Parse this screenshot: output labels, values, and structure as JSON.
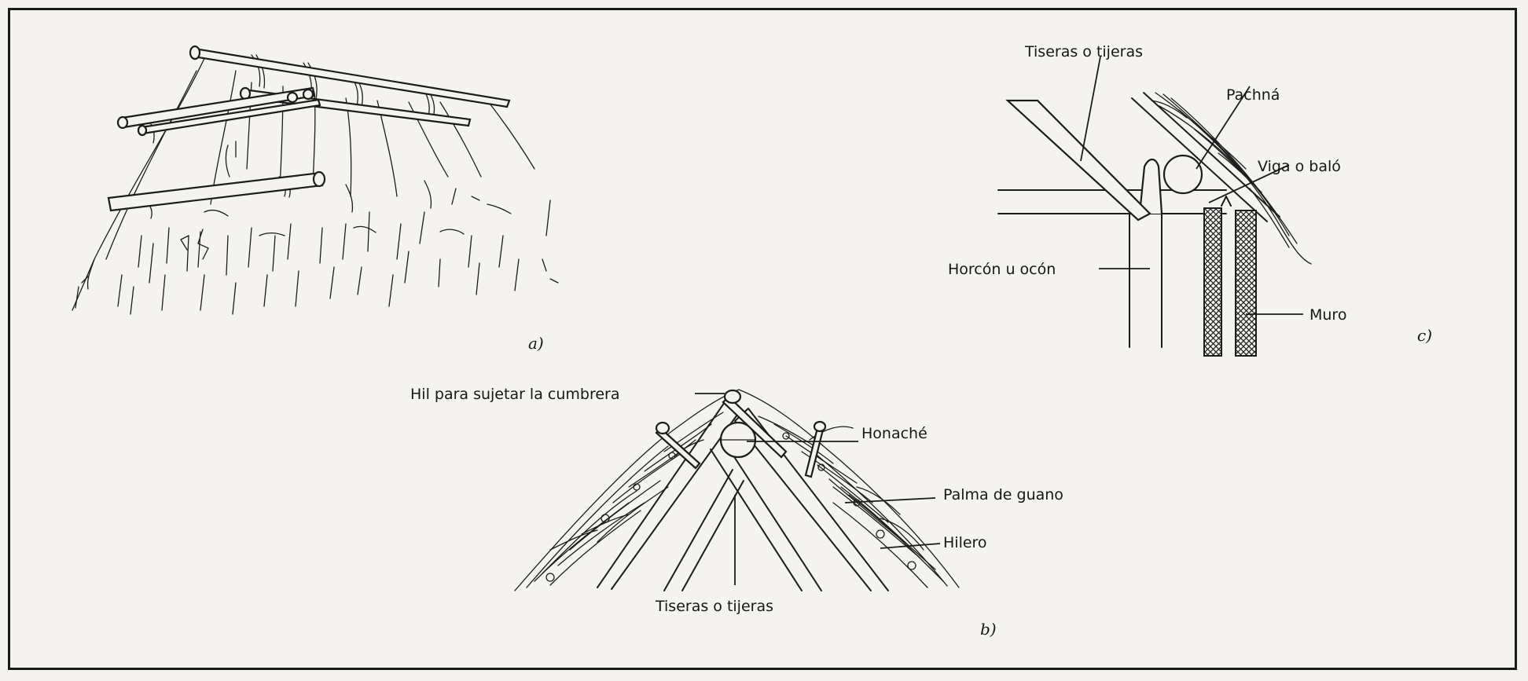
{
  "figure": {
    "panel_a": {
      "letter": "a)"
    },
    "panel_b": {
      "letter": "b)",
      "labels": {
        "hil": "Hil para sujetar la cumbrera",
        "honache": "Honaché",
        "palma": "Palma de guano",
        "hilero": "Hilero",
        "tiseras": "Tiseras o tijeras"
      }
    },
    "panel_c": {
      "letter": "c)",
      "labels": {
        "tiseras": "Tiseras o tijeras",
        "pachna": "Pachná",
        "viga": "Viga o baló",
        "horcon": "Horcón u ocón",
        "muro": "Muro"
      }
    }
  }
}
